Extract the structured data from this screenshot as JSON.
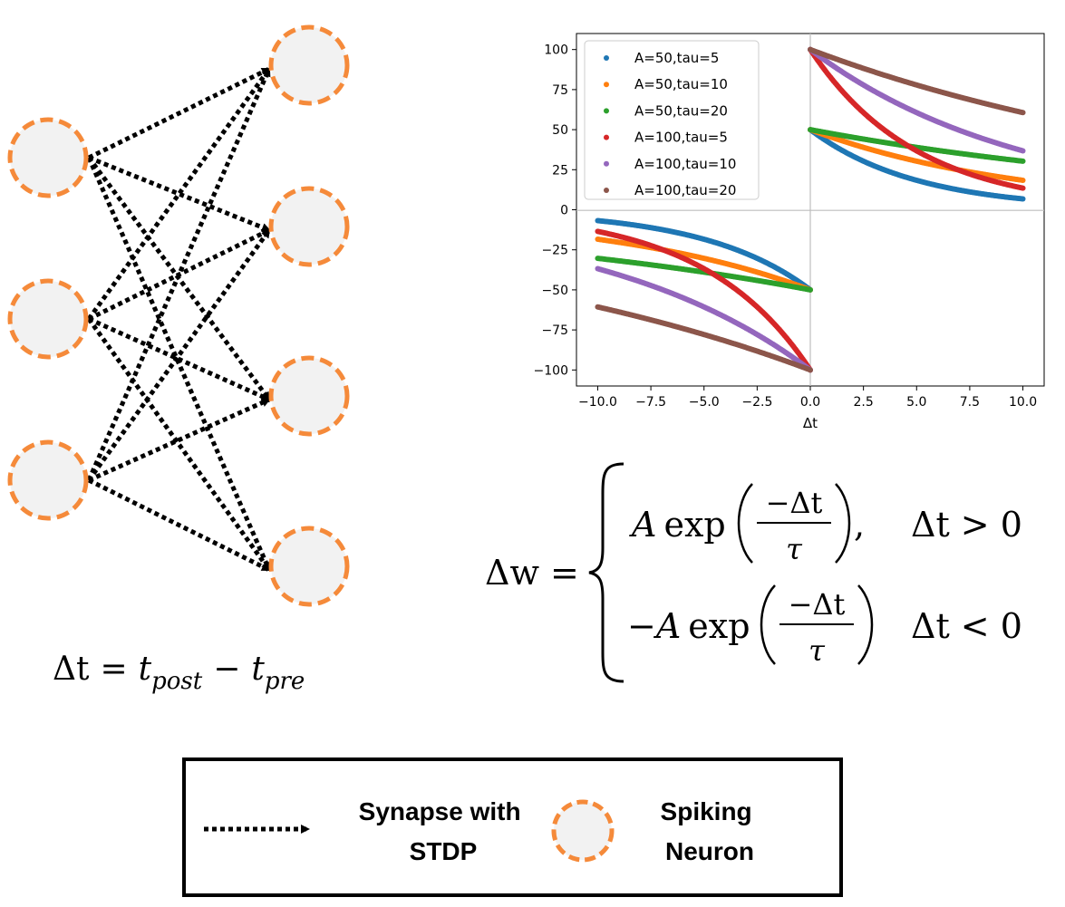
{
  "network": {
    "delta_t_def": {
      "lhs": "Δt",
      "eq": "=",
      "t1": "t",
      "sub1": "post",
      "minus": "−",
      "t2": "t",
      "sub2": "pre"
    }
  },
  "legend_box": {
    "synapse_label_line1": "Synapse with",
    "synapse_label_line2": "STDP",
    "neuron_label_line1": "Spiking",
    "neuron_label_line2": "Neuron"
  },
  "formula": {
    "lhs": "Δw",
    "eq": "=",
    "case1": {
      "coef": "A",
      "func": "exp",
      "num": "−Δt",
      "den": "τ",
      "trail": ",",
      "cond": "Δt > 0"
    },
    "case2": {
      "coef": "−A",
      "func": "exp",
      "num": "−Δt",
      "den": "τ",
      "trail": "",
      "cond": "Δt < 0"
    }
  },
  "colors": {
    "neuron_fill": "#f2f2f2",
    "neuron_stroke": "#f58a3a",
    "series": [
      "#1f77b4",
      "#ff7f0e",
      "#2ca02c",
      "#d62728",
      "#9467bd",
      "#8c564b"
    ]
  },
  "chart_data": {
    "type": "scatter",
    "title": "",
    "xlabel": "Δt",
    "ylabel": "",
    "xlim": [
      -11,
      11
    ],
    "ylim": [
      -110,
      110
    ],
    "xticks": [
      -10.0,
      -7.5,
      -5.0,
      -2.5,
      0.0,
      2.5,
      5.0,
      7.5,
      10.0
    ],
    "xtick_labels": [
      "−10.0",
      "−7.5",
      "−5.0",
      "−2.5",
      "0.0",
      "2.5",
      "5.0",
      "7.5",
      "10.0"
    ],
    "yticks": [
      100,
      75,
      50,
      25,
      0,
      -25,
      -50,
      -75,
      -100
    ],
    "ytick_labels": [
      "100",
      "75",
      "50",
      "25",
      "0",
      "−25",
      "−50",
      "−75",
      "−100"
    ],
    "legend_position": "upper-left",
    "x_range": [
      -10,
      10
    ],
    "points_per_side": 200,
    "series": [
      {
        "name": "A=50,tau=5",
        "A": 50,
        "tau": 5
      },
      {
        "name": "A=50,tau=10",
        "A": 50,
        "tau": 10
      },
      {
        "name": "A=50,tau=20",
        "A": 50,
        "tau": 20
      },
      {
        "name": "A=100,tau=5",
        "A": 100,
        "tau": 5
      },
      {
        "name": "A=100,tau=10",
        "A": 100,
        "tau": 10
      },
      {
        "name": "A=100,tau=20",
        "A": 100,
        "tau": 20
      }
    ]
  }
}
